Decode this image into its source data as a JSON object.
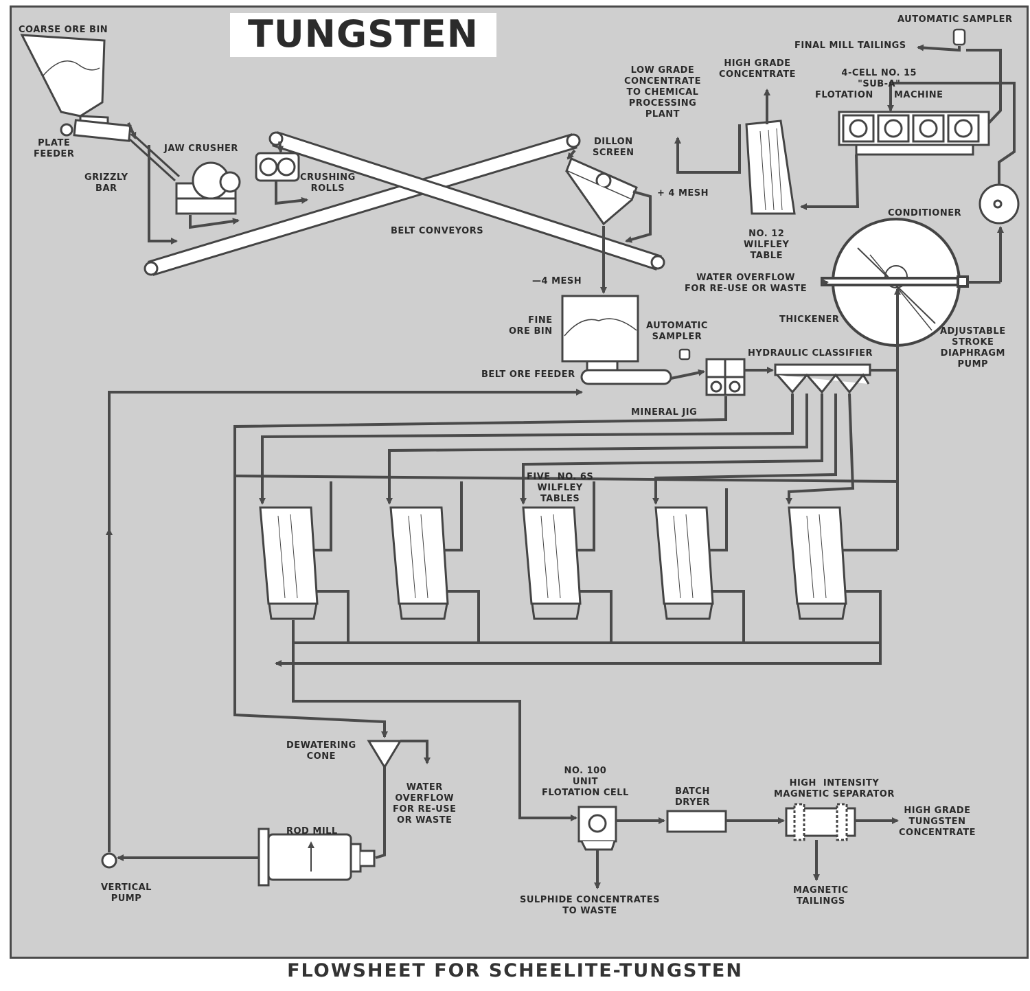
{
  "header": {
    "title": "TUNGSTEN"
  },
  "caption": "FLOWSHEET FOR SCHEELITE-TUNGSTEN",
  "colors": {
    "background": "#cfcfcf",
    "line": "#4a4a4a",
    "equipment_fill": "#ffffff"
  },
  "labels": {
    "coarse_ore_bin": "COARSE ORE BIN",
    "plate_feeder": "PLATE\nFEEDER",
    "grizzly_bar": "GRIZZLY\nBAR",
    "jaw_crusher": "JAW CRUSHER",
    "crushing_rolls": "CRUSHING\nROLLS",
    "dillon_screen": "DILLON\nSCREEN",
    "plus_4_mesh": "+ 4 MESH",
    "belt_conveyors": "BELT CONVEYORS",
    "minus_4_mesh": "—4 MESH",
    "fine_ore_bin": "FINE\nORE BIN",
    "automatic_sampler_mid": "AUTOMATIC\nSAMPLER",
    "belt_ore_feeder": "BELT ORE FEEDER",
    "hydraulic_classifier": "HYDRAULIC CLASSIFIER",
    "mineral_jig": "MINERAL JIG",
    "automatic_sampler_top": "AUTOMATIC SAMPLER",
    "final_mill_tailings": "FINAL MILL TAILINGS",
    "low_grade_concentrate": "LOW GRADE\nCONCENTRATE\nTO CHEMICAL\nPROCESSING\nPLANT",
    "high_grade_concentrate": "HIGH GRADE\nCONCENTRATE",
    "flotation_machine": "4-CELL NO. 15\n\"SUB-A\"\nFLOTATION      MACHINE",
    "conditioner": "CONDITIONER",
    "wilfley_table_12": "NO. 12\nWILFLEY\nTABLE",
    "water_overflow_thickener": "WATER OVERFLOW\nFOR RE-USE OR WASTE",
    "thickener": "THICKENER",
    "diaphragm_pump": "ADJUSTABLE\nSTROKE\nDIAPHRAGM\nPUMP",
    "wilfley_tables_65": "FIVE  NO. 6S\nWILFLEY\nTABLES",
    "dewatering_cone": "DEWATERING\nCONE",
    "water_overflow_cone": "WATER\nOVERFLOW\nFOR RE-USE\nOR WASTE",
    "rod_mill": "ROD MILL",
    "vertical_pump": "VERTICAL\nPUMP",
    "flotation_cell_100": "NO. 100\nUNIT\nFLOTATION CELL",
    "batch_dryer": "BATCH\nDRYER",
    "magnetic_separator": "HIGH  INTENSITY\nMAGNETIC SEPARATOR",
    "high_grade_tungsten": "HIGH GRADE\nTUNGSTEN\nCONCENTRATE",
    "sulphide_concentrates": "SULPHIDE CONCENTRATES\nTO WASTE",
    "magnetic_tailings": "MAGNETIC\nTAILINGS"
  }
}
